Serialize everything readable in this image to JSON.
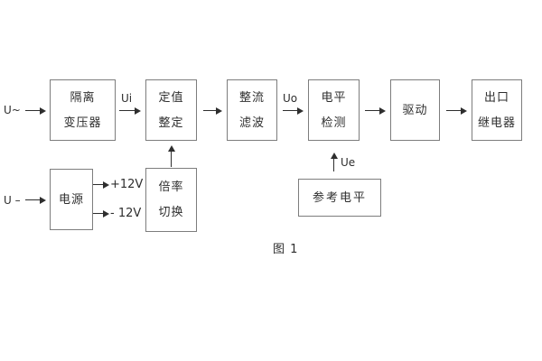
{
  "figure": {
    "caption": "图 1",
    "inputs": {
      "ac_label": "U~",
      "dc_label": "U –"
    },
    "signals": {
      "ui": "Ui",
      "uo": "Uo",
      "ue": "Ue",
      "plus_12v": "+12V",
      "minus_12v": "- 12V"
    },
    "blocks": {
      "isolation_transformer": {
        "line1": "隔离",
        "line2": "变压器"
      },
      "value_setting": {
        "line1": "定值",
        "line2": "整定"
      },
      "rectifier_filter": {
        "line1": "整流",
        "line2": "滤波"
      },
      "level_detection": {
        "line1": "电平",
        "line2": "检测"
      },
      "drive": {
        "label": "驱动"
      },
      "output_relay": {
        "line1": "出口",
        "line2": "继电器"
      },
      "power_supply": {
        "label": "电源"
      },
      "ratio_switch": {
        "line1": "倍率",
        "line2": "切换"
      },
      "reference_level": {
        "label": "参考电平"
      }
    },
    "colors": {
      "background": "#ffffff",
      "border": "#7d7d7d",
      "text": "#2e2e2e",
      "line": "#2e2e2e"
    }
  }
}
